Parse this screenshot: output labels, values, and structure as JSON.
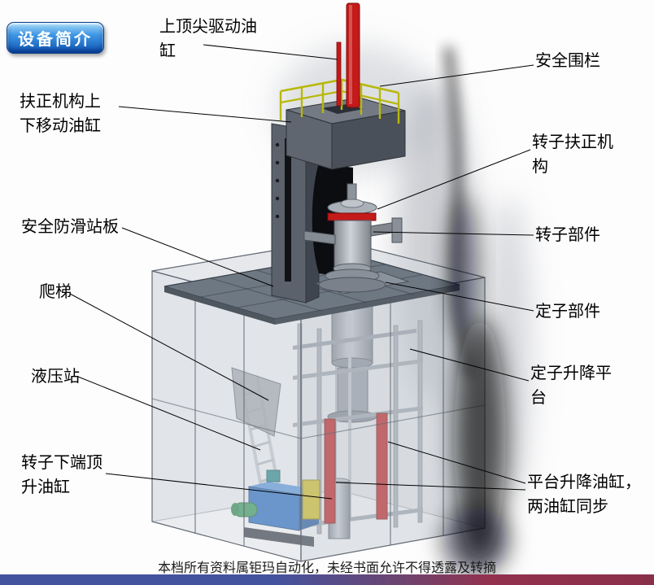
{
  "badge": {
    "label": "设备简介"
  },
  "callouts": {
    "top_drive_cylinder": "上顶尖驱动油\n缸",
    "safety_fence": "安全围栏",
    "centering_lift_cylinder": "扶正机构上\n下移动油缸",
    "rotor_centering_mechanism": "转子扶正机\n构",
    "anti_slip_platform": "安全防滑站板",
    "ladder": "爬梯",
    "rotor_part": "转子部件",
    "stator_part": "定子部件",
    "hydraulic_station": "液压站",
    "stator_lift_platform": "定子升降平\n台",
    "rotor_bottom_jack_cylinder": "转子下端顶\n升油缸",
    "platform_lift_cylinders": "平台升降油缸，\n两油缸同步"
  },
  "footer": {
    "text": "本档所有资料属钜玛自动化，未经书面允许不得透露及转摘"
  },
  "colors": {
    "badge_blue": "#0d55b4",
    "cylinder_red": "#c41a1a",
    "railing_yellow": "#b8b80a",
    "hydraulic_blue": "#2a6fc2",
    "accent_yellow_box": "#d9c41f",
    "motor_green": "#3a9a5a",
    "footer_bar_blue": "#44539e",
    "footer_bar_red": "#8a2f4a"
  }
}
